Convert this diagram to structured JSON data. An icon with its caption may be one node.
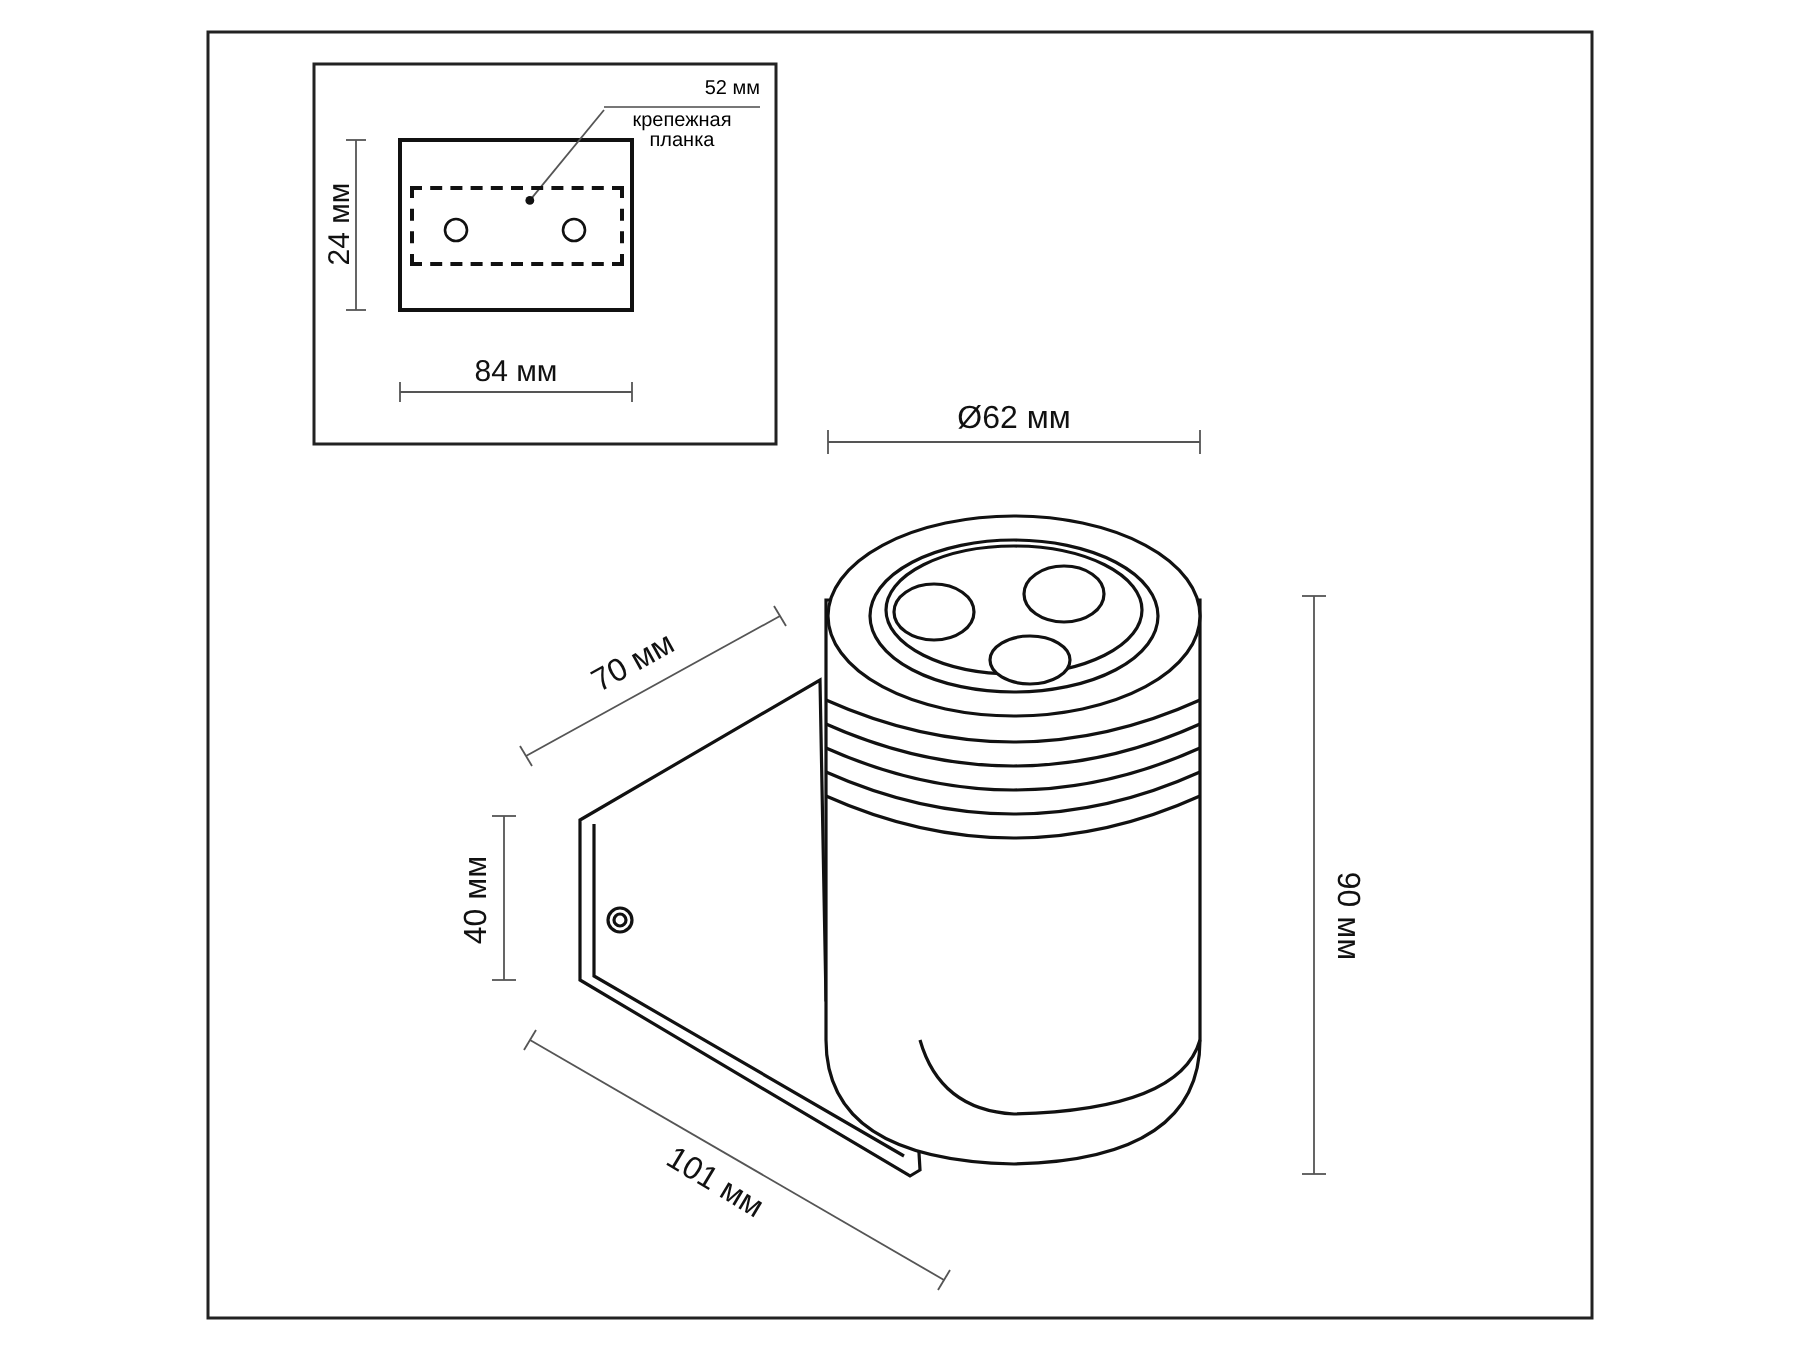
{
  "diagram": {
    "nodes": [
      {
        "text": [
          "52 мм",
          "крепежная планка"
        ]
      },
      {
        "text": [],
        "shape": "box"
      }
    ],
    "edges": [
      {
        "from": 0,
        "to": 1,
        "arrow": "other"
      }
    ],
    "labels": [
      "24 мм",
      "84 мм",
      "Ø62 мм",
      "70 мм",
      "40 мм",
      "90 мм",
      "101 мм"
    ]
  }
}
